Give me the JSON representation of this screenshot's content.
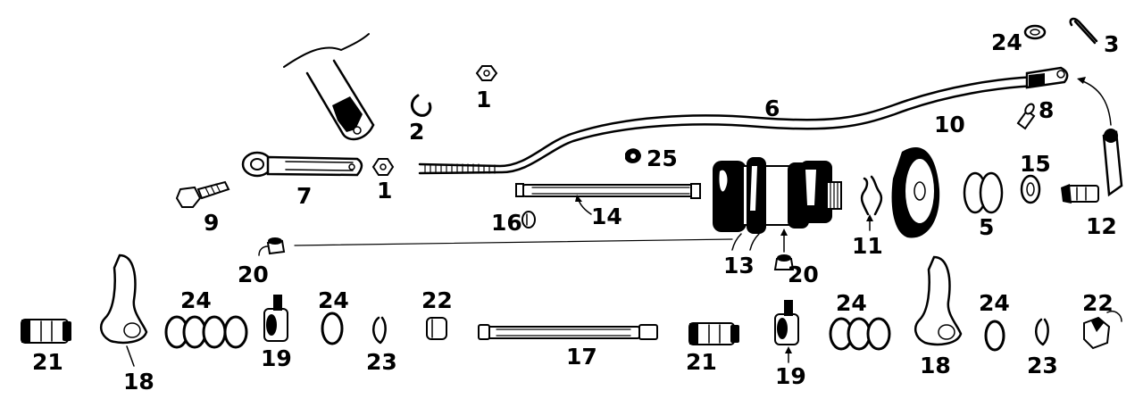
{
  "diagram": {
    "labels": [
      "1",
      "2",
      "1",
      "3",
      "24",
      "6",
      "8",
      "7",
      "9",
      "10",
      "25",
      "15",
      "5",
      "12",
      "14",
      "16",
      "11",
      "13",
      "20",
      "20",
      "24",
      "22",
      "24",
      "24",
      "22",
      "21",
      "18",
      "19",
      "23",
      "17",
      "21",
      "19",
      "18",
      "23",
      "24"
    ]
  },
  "colors": {
    "ink": "#000000",
    "paper": "#ffffff"
  }
}
